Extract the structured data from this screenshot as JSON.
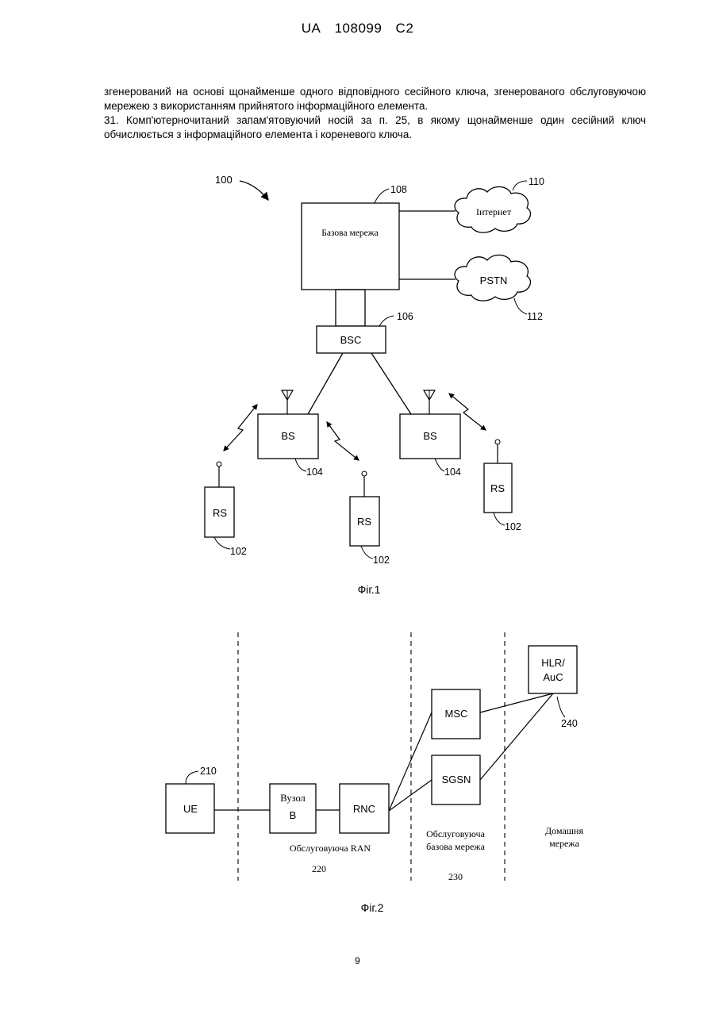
{
  "header": {
    "country": "UA",
    "number": "108099",
    "kind": "C2"
  },
  "text": {
    "para1": "згенерований на основі щонайменше одного відповідного сесійного ключа, згенерованого обслуговуючою мережею з використанням прийнятого інформаційного елемента.",
    "para2": "31. Комп'ютерночитаний запам'ятовуючий носій за п. 25, в якому щонайменше один сесійний ключ обчислюється з інформаційного елемента і кореневого ключа."
  },
  "fig1": {
    "caption": "Фіг.1",
    "system_ref": "100",
    "core_network": {
      "label": "Базова мережа",
      "ref": "108"
    },
    "internet": {
      "label": "Інтернет",
      "ref": "110"
    },
    "pstn": {
      "label": "PSTN",
      "ref": "112"
    },
    "bsc": {
      "label": "BSC",
      "ref": "106"
    },
    "bs_left": {
      "label": "BS",
      "ref": "104"
    },
    "bs_right": {
      "label": "BS",
      "ref": "104"
    },
    "rs_left": {
      "label": "RS",
      "ref": "102"
    },
    "rs_middle": {
      "label": "RS",
      "ref": "102"
    },
    "rs_right": {
      "label": "RS",
      "ref": "102"
    }
  },
  "fig2": {
    "caption": "Фіг.2",
    "ue": {
      "label": "UE",
      "ref": "210"
    },
    "node_b": {
      "line1": "Вузол",
      "line2": "В"
    },
    "rnc": {
      "label": "RNC"
    },
    "msc": {
      "label": "MSC"
    },
    "sgsn": {
      "label": "SGSN"
    },
    "hlr": {
      "line1": "HLR/",
      "line2": "AuC",
      "ref": "240"
    },
    "serving_ran": {
      "label": "Обслуговуюча RAN",
      "ref": "220"
    },
    "serving_core": {
      "line1": "Обслуговуюча",
      "line2": "базова мережа",
      "ref": "230"
    },
    "home_network": {
      "line1": "Домашня",
      "line2": "мережа"
    }
  },
  "page_number": "9"
}
